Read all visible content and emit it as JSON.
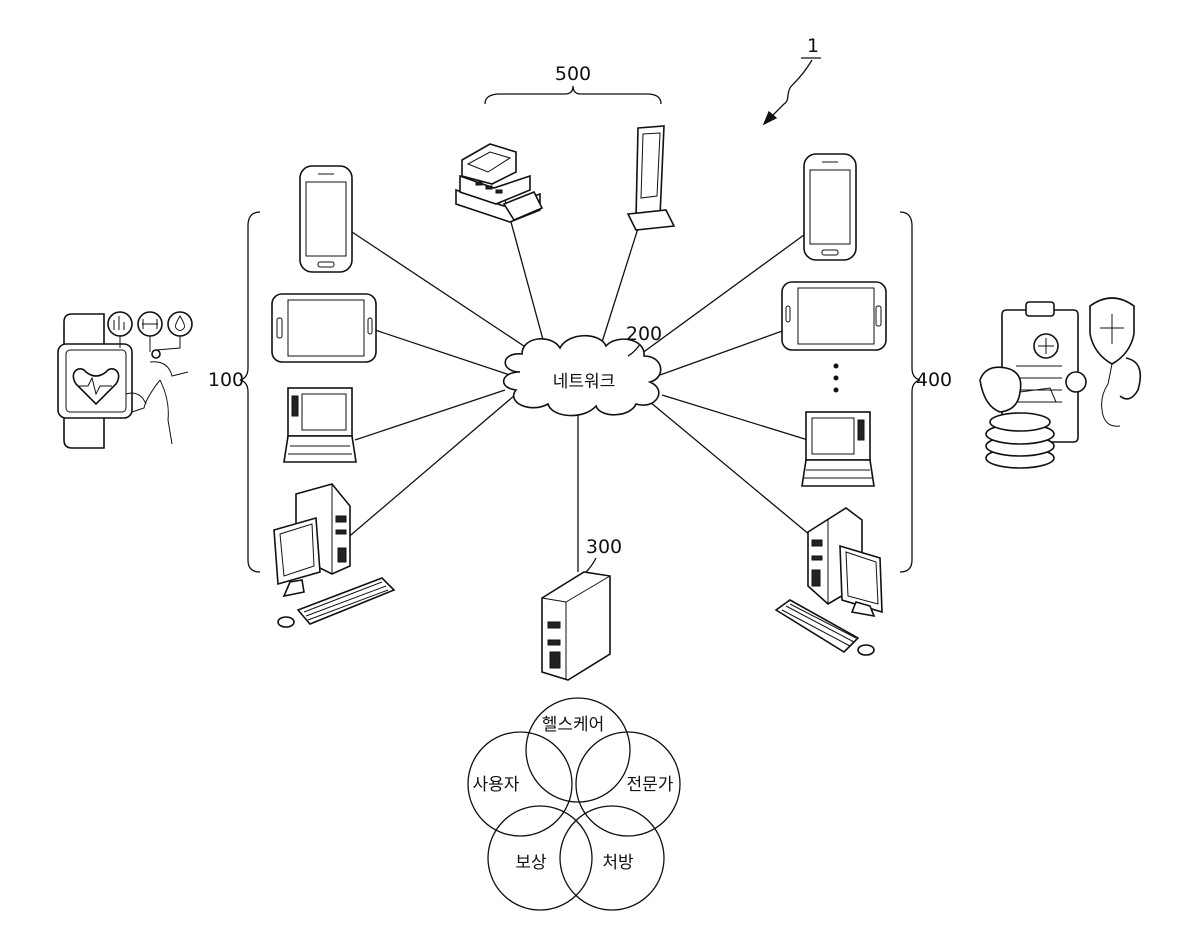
{
  "figure": {
    "ref_system": "1",
    "ref_user_devices": "100",
    "ref_network": "200",
    "ref_server": "300",
    "ref_expert_devices": "400",
    "ref_merchant_devices": "500"
  },
  "network": {
    "label": "네트워크"
  },
  "venn": {
    "circles": [
      "헬스케어",
      "전문가",
      "처방",
      "보상",
      "사용자"
    ]
  },
  "icons": {
    "user_devices": [
      "smartphone-icon",
      "tablet-icon",
      "laptop-icon",
      "desktop-computer-icon"
    ],
    "expert_devices": [
      "smartphone-icon",
      "tablet-icon",
      "laptop-icon",
      "desktop-computer-icon"
    ],
    "merchant_devices": [
      "pos-terminal-icon",
      "kiosk-icon"
    ],
    "server": "server-tower-icon",
    "user_illustration": "fitness-smartwatch-illustration",
    "expert_illustration": "medical-doctor-illustration"
  }
}
